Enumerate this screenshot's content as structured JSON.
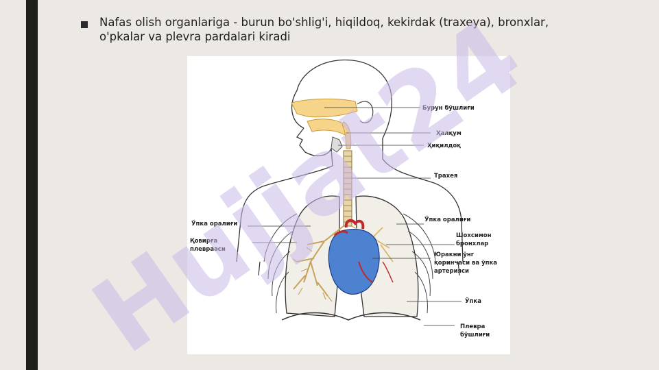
{
  "slide": {
    "bullet_text": "Nafas olish organlariga - burun bo'shlig'i, hiqildoq, kekirdak (traxeya), bronxlar, o'pkalar va plevra pardalari kiradi"
  },
  "figure": {
    "labels": {
      "burun": "Бурун бўшлиғи",
      "halqum": "Ҳалқум",
      "hiqildoq": "Ҳиқилдоқ",
      "traxeya": "Трахея",
      "upka_oraligi_left": "Ўпка оралиғи",
      "upka_oraligi_right": "Ўпка оралиғи",
      "qovirga_line1": "Қовирға",
      "qovirga_line2": "плеврааси",
      "shoxsimon_line1": "Шохсимон",
      "shoxsimon_line2": "бронхлар",
      "yurak_line1": "Юракни ўнг",
      "yurak_line2": "қоринчаси ва ўпка",
      "yurak_line3": "артерияси",
      "upka": "Ўпка",
      "plevra_line1": "Плевра",
      "plevra_line2": "бўшлиғи"
    }
  },
  "watermark": {
    "text": "Hujjat24",
    "color": "#c9b8e8"
  }
}
